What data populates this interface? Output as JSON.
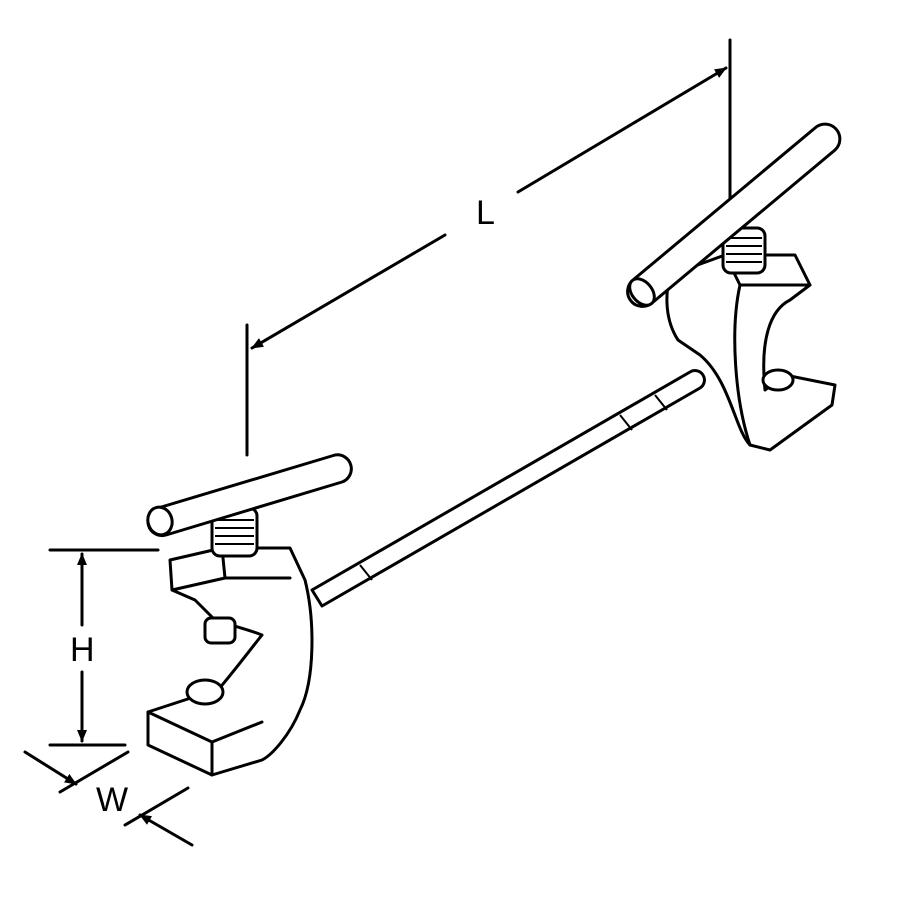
{
  "dimensions": {
    "length_label": "L",
    "height_label": "H",
    "width_label": "W"
  }
}
